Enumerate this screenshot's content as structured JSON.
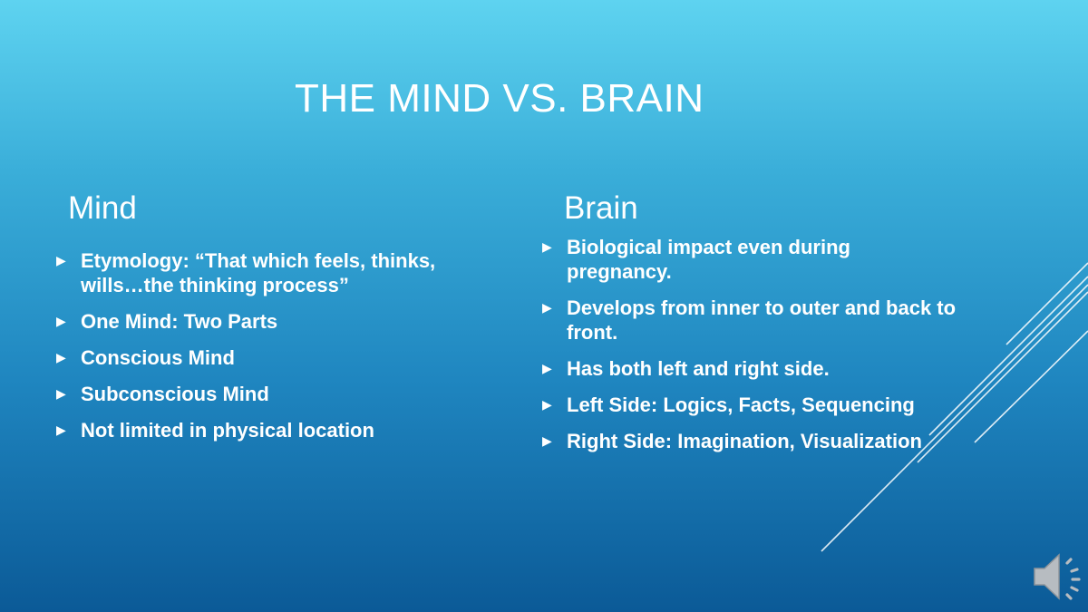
{
  "slide": {
    "title": "The Mind vs. Brain",
    "left_column": {
      "heading": "Mind",
      "bullets": [
        "Etymology: “That which feels, thinks, wills…the thinking process”",
        "One Mind: Two Parts",
        "Conscious Mind",
        "Subconscious Mind",
        "Not limited in physical location"
      ]
    },
    "right_column": {
      "heading": "Brain",
      "bullets": [
        "Biological impact even during pregnancy.",
        "Develops from inner to outer and back to front.",
        "Has both left and right side.",
        "Left Side: Logics, Facts, Sequencing",
        "Right Side: Imagination, Visualization"
      ]
    },
    "bullet_glyph": "▶",
    "icons": {
      "audio": "speaker-icon"
    },
    "colors": {
      "background_top": "#5ed3f0",
      "background_bottom": "#0b5a97",
      "text": "#ffffff"
    }
  }
}
